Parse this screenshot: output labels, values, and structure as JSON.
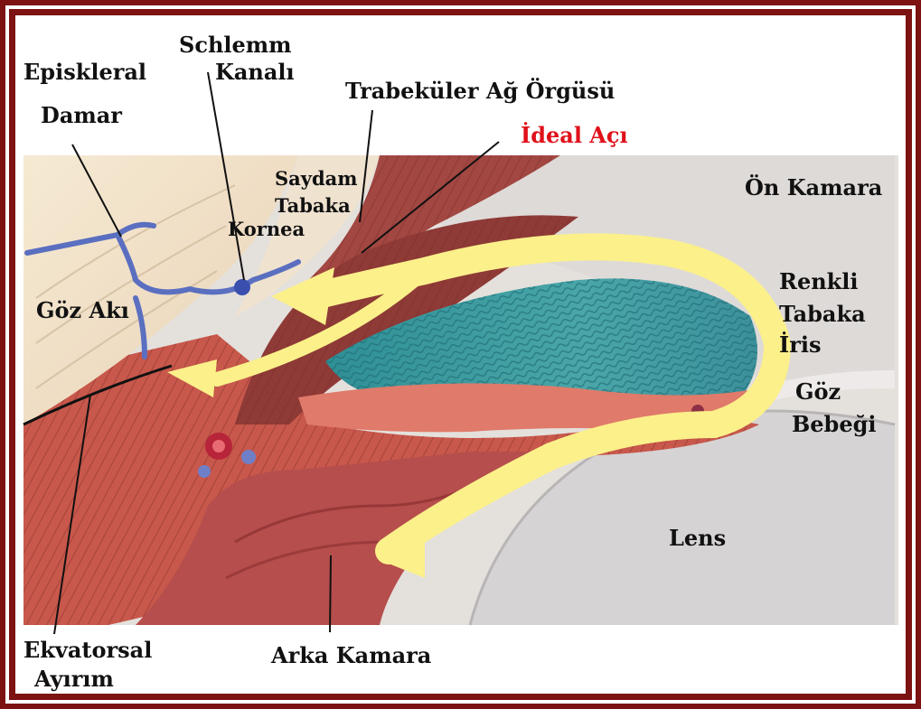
{
  "colors": {
    "frame": "#7d1212",
    "highlight_label": "#e0101a",
    "flow_arrow": "#fbf08a",
    "iris": "#3f9aa0",
    "tissue": "#c8584b",
    "sclera": "#f1e2c8",
    "chamber": "#d9d6d4",
    "vessel": "#5a6fc0"
  },
  "labels": {
    "episcleral_1": "Episkleral",
    "episcleral_2": "Damar",
    "schlemm_1": "Schlemm",
    "schlemm_2": "Kanalı",
    "trabecular": "Trabeküler Ağ Örgüsü",
    "ideal_angle": "İdeal Açı",
    "transparent_1": "Saydam",
    "transparent_2": "Tabaka",
    "cornea": "Kornea",
    "anterior_chamber": "Ön Kamara",
    "sclera": "Göz Akı",
    "iris_1": "Renkli",
    "iris_2": "Tabaka",
    "iris_3": "İris",
    "pupil_1": "Göz",
    "pupil_2": "Bebeği",
    "lens": "Lens",
    "equatorial_1": "Ekvatorsal",
    "equatorial_2": "Ayırım",
    "posterior_chamber": "Arka Kamara"
  }
}
